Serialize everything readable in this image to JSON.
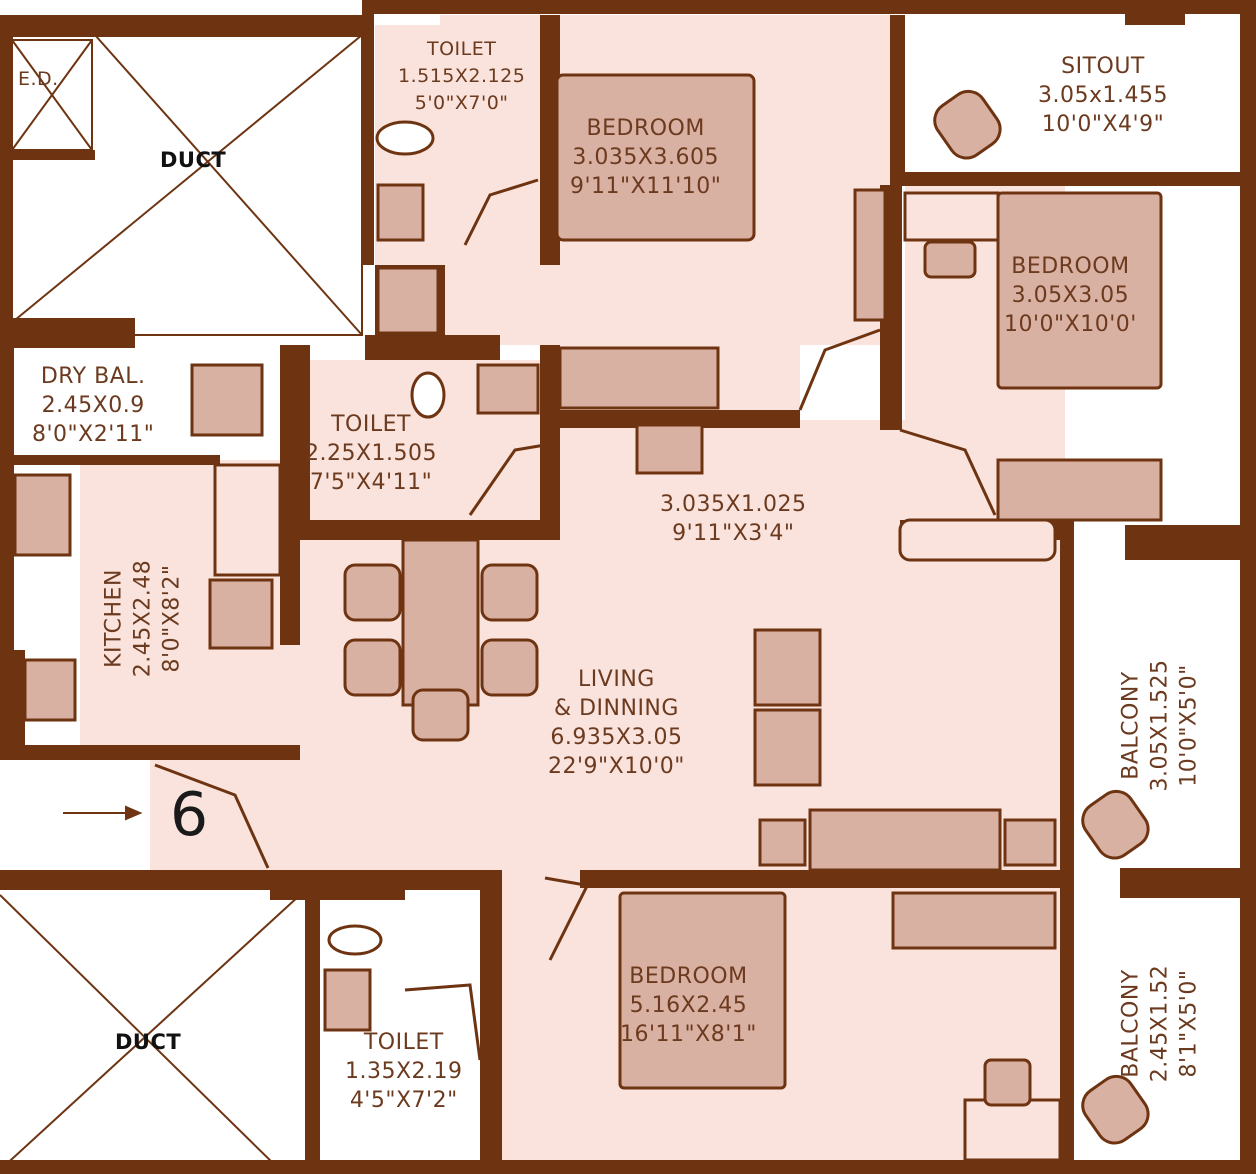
{
  "colors": {
    "wall": "#6e3412",
    "floor": "#f9e3dc",
    "furniture_fill": "#d9b1a2",
    "furniture_stroke": "#6e3412",
    "text": "#6b3a1f",
    "duct_text": "#111111"
  },
  "unit_number": "6",
  "rooms": {
    "ed": {
      "name": "E.D."
    },
    "duct_top": {
      "name": "DUCT"
    },
    "duct_bottom": {
      "name": "DUCT"
    },
    "toilet1": {
      "name": "TOILET",
      "metric": "1.515X2.125",
      "imperial": "5'0\"X7'0\""
    },
    "bedroom1": {
      "name": "BEDROOM",
      "metric": "3.035X3.605",
      "imperial": "9'11\"X11'10\""
    },
    "sitout": {
      "name": "SITOUT",
      "metric": "3.05x1.455",
      "imperial": "10'0\"X4'9\""
    },
    "bedroom2": {
      "name": "BEDROOM",
      "metric": "3.05X3.05",
      "imperial": "10'0\"X10'0'"
    },
    "drybal": {
      "name": "DRY BAL.",
      "metric": "2.45X0.9",
      "imperial": "8'0\"X2'11\""
    },
    "toilet2": {
      "name": "TOILET",
      "metric": "2.25X1.505",
      "imperial": "7'5\"X4'11\""
    },
    "passage": {
      "metric": "3.035X1.025",
      "imperial": "9'11\"X3'4\""
    },
    "kitchen": {
      "name": "KITCHEN",
      "metric": "2.45X2.48",
      "imperial": "8'0\"X8'2\""
    },
    "living": {
      "name1": "LIVING",
      "name2": "& DINNING",
      "metric": "6.935X3.05",
      "imperial": "22'9\"X10'0\""
    },
    "balcony1": {
      "name": "BALCONY",
      "metric": "3.05X1.525",
      "imperial": "10'0\"X5'0\""
    },
    "bedroom3": {
      "name": "BEDROOM",
      "metric": "5.16X2.45",
      "imperial": "16'11\"X8'1\""
    },
    "toilet3": {
      "name": "TOILET",
      "metric": "1.35X2.19",
      "imperial": "4'5\"X7'2\""
    },
    "balcony2": {
      "name": "BALCONY",
      "metric": "2.45X1.52",
      "imperial": "8'1\"X5'0\""
    }
  },
  "icons": [
    "entry-arrow-icon",
    "wc-icon",
    "washbasin-icon",
    "armchair-icon",
    "sink-icon",
    "stove-icon",
    "wardrobe-icon"
  ]
}
